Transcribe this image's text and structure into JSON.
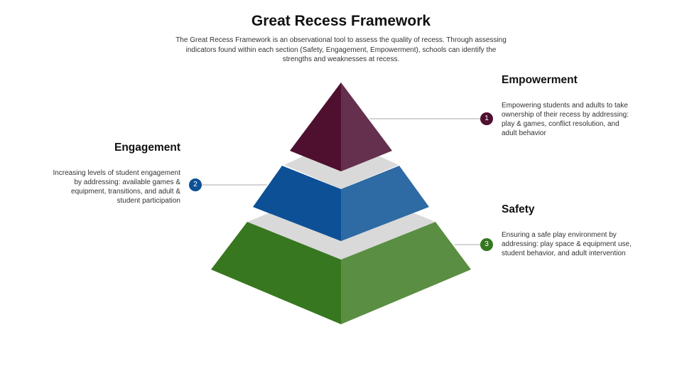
{
  "title": "Great Recess Framework",
  "intro": "The Great Recess Framework is an observational tool to assess the quality of recess. Through assessing indicators found within each section (Safety, Engagement, Empowerment), schools can identify the strengths and weaknesses at recess.",
  "sections": [
    {
      "number": "1",
      "heading": "Empowerment",
      "body": "Empowering students and adults to take ownership of their recess by addressing: play & games, conflict resolution, and adult behavior",
      "color": "#4f1030"
    },
    {
      "number": "2",
      "heading": "Engagement",
      "body": "Increasing levels of student engagement by addressing: available games & equipment, transitions, and adult & student participation",
      "color": "#0d5096"
    },
    {
      "number": "3",
      "heading": "Safety",
      "body": "Ensuring a safe play environment by addressing: play space & equipment use, student behavior, and adult intervention",
      "color": "#37771f"
    }
  ]
}
